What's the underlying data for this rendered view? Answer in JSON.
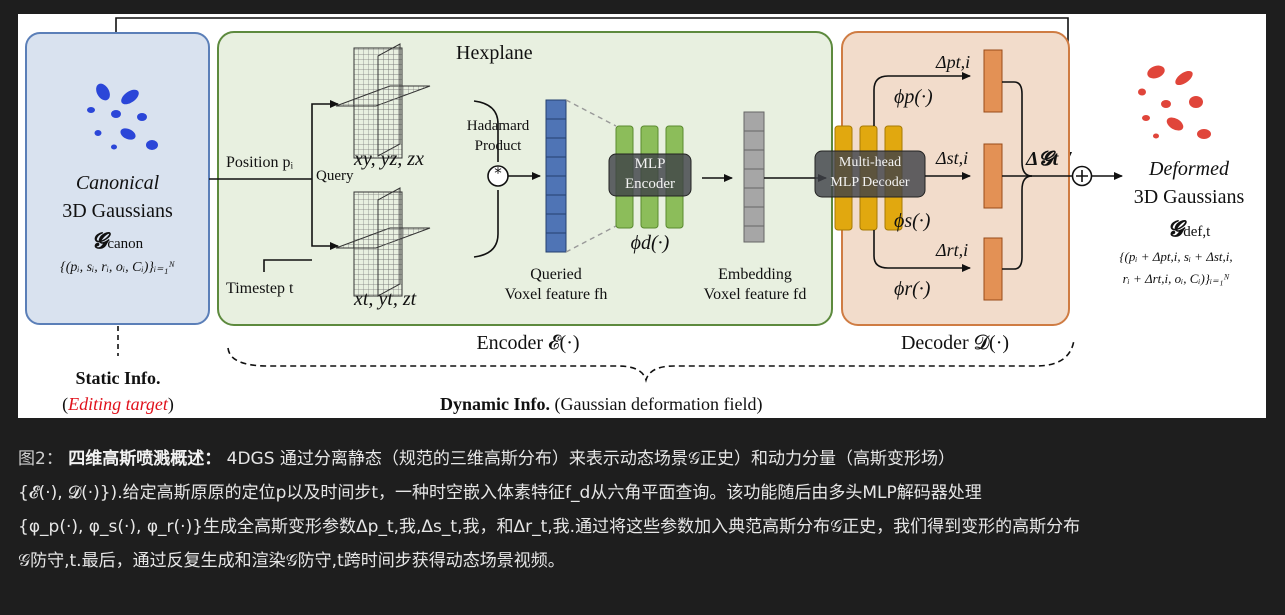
{
  "diagram": {
    "canonical_box": {
      "title_line1": "Canonical",
      "title_line2": "3D Gaussians",
      "symbol_main": "𝓖",
      "symbol_sub": "canon",
      "set": "{(pᵢ, sᵢ, rᵢ, oᵢ, Cᵢ)}ᵢ₌₁ᴺ"
    },
    "encoder": {
      "hexplane_label": "Hexplane",
      "planes_top": "xy, yz, zx",
      "planes_bottom": "xt, yt, zt",
      "position_label": "Position pᵢ",
      "query_label": "Query",
      "timestep_label": "Timestep t",
      "hadamard_line1": "Hadamard",
      "hadamard_line2": "Product",
      "hadamard_symbol": "*",
      "mlp_line1": "MLP",
      "mlp_line2": "Encoder",
      "phi_d": "ϕd(·)",
      "queried_line1": "Queried",
      "queried_line2": "Voxel feature fh",
      "embedding_line1": "Embedding",
      "embedding_line2": "Voxel feature fd",
      "encoder_caption": "Encoder 𝓔(·)"
    },
    "decoder": {
      "mlp_line1": "Multi-head",
      "mlp_line2": "MLP Decoder",
      "phi_p": "ϕp(·)",
      "phi_s": "ϕs(·)",
      "phi_r": "ϕr(·)",
      "delta_p": "Δpt,i",
      "delta_s": "Δst,i",
      "delta_r": "Δrt,i",
      "delta_G": "Δ𝓖t",
      "plus_symbol": "+",
      "decoder_caption": "Decoder 𝓓(·)"
    },
    "deformed": {
      "title_line1": "Deformed",
      "title_line2": "3D Gaussians",
      "symbol_main": "𝓖",
      "symbol_sub": "def,t",
      "set_line1": "{(pᵢ + Δpt,i, sᵢ + Δst,i,",
      "set_line2": "rᵢ + Δrt,i, oᵢ, Cᵢ)}ᵢ₌₁ᴺ"
    },
    "static_info_title": "Static Info.",
    "static_info_sub": "Editing target",
    "dynamic_info_title": "Dynamic Info.",
    "dynamic_info_sub": "(Gaussian deformation field)",
    "colors": {
      "canonical_box": "#d9e2ef",
      "encoder_box": "#e8f0e0",
      "decoder_box": "#f2dccb",
      "queried_feature": "#4f74b5",
      "mlp_encoder_col": "#8cbd5a",
      "embedding_feature": "#a6a6a6",
      "decoder_col": "#e1a80f",
      "output_bar": "#e39155",
      "gaussian_blue": "#2b46d8",
      "gaussian_red": "#e0453a"
    }
  },
  "caption": {
    "line1_label": "图2：",
    "line1_bold": "四维高斯喷溅概述：",
    "line1_rest": "4DGS 通过分离静态（规范的三维高斯分布）来表示动态场景𝒢正史）和动力分量（高斯变形场）",
    "line2": "{𝓔(·), 𝓓(·)}).给定高斯原原的定位p以及时间步t，一种时空嵌入体素特征f_d从六角平面查询。该功能随后由多头MLP解码器处理",
    "line3": "{φ_p(·), φ_s(·), φ_r(·)}生成全高斯变形参数Δp_t,我,Δs_t,我，和Δr_t,我.通过将这些参数加入典范高斯分布𝒢正史，我们得到变形的高斯分布",
    "line4": "𝒢防守,t.最后，通过反复生成和渲染𝒢防守,t跨时间步获得动态场景视频。"
  }
}
